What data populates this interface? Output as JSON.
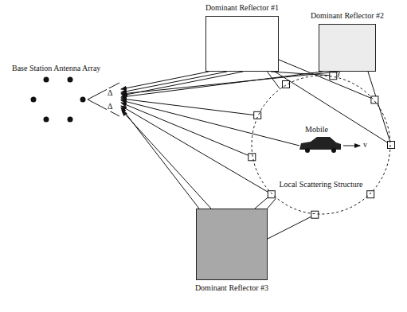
{
  "diagram": {
    "nodes": [
      {
        "text": [
          "Dominant Reflector #1"
        ]
      },
      {
        "text": [
          "Dominant Reflector #2"
        ]
      },
      {
        "text": [
          "Local Scattering Structure"
        ]
      },
      {
        "text": [
          "Dominant Reflector #3"
        ]
      }
    ],
    "edges": [
      {
        "from": 2,
        "to": 0,
        "arrow": "none"
      },
      {
        "from": 2,
        "to": 1,
        "arrow": "none"
      },
      {
        "from": 2,
        "to": 3,
        "arrow": "none"
      }
    ],
    "labels": [
      "Base Station Antenna Array",
      "Δ",
      "Δ",
      "Mobile",
      "v"
    ]
  }
}
